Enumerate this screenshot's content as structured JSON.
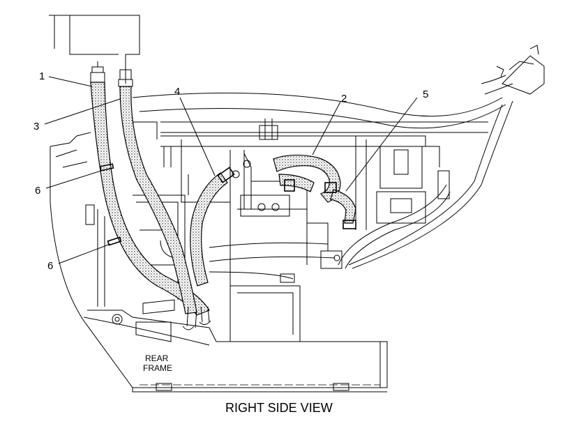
{
  "callouts": [
    {
      "id": "callout-1",
      "label": "1"
    },
    {
      "id": "callout-2",
      "label": "2"
    },
    {
      "id": "callout-3",
      "label": "3"
    },
    {
      "id": "callout-4",
      "label": "4"
    },
    {
      "id": "callout-5",
      "label": "5"
    },
    {
      "id": "callout-6a",
      "label": "6"
    },
    {
      "id": "callout-6b",
      "label": "6"
    }
  ],
  "frame_label": {
    "line1": "REAR",
    "line2": "FRAME"
  },
  "view_title": "RIGHT SIDE VIEW"
}
